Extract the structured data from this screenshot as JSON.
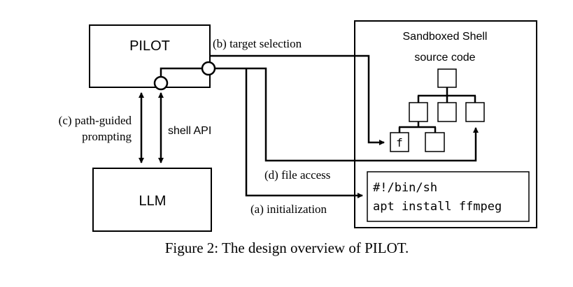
{
  "diagram": {
    "nodes": {
      "pilot": "PILOT",
      "llm": "LLM",
      "sandbox_title": "Sandboxed Shell",
      "source_code_label": "source code",
      "file_node_label": "f",
      "script_lines": [
        "#!/bin/sh",
        "apt install ffmpeg"
      ]
    },
    "edges": {
      "target_selection": "(b) target selection",
      "path_guided_line1": "(c) path-guided",
      "path_guided_line2": "prompting",
      "shell_api": "shell API",
      "file_access": "(d) file access",
      "initialization": "(a) initialization"
    }
  },
  "caption": "Figure 2: The design overview of PILOT."
}
